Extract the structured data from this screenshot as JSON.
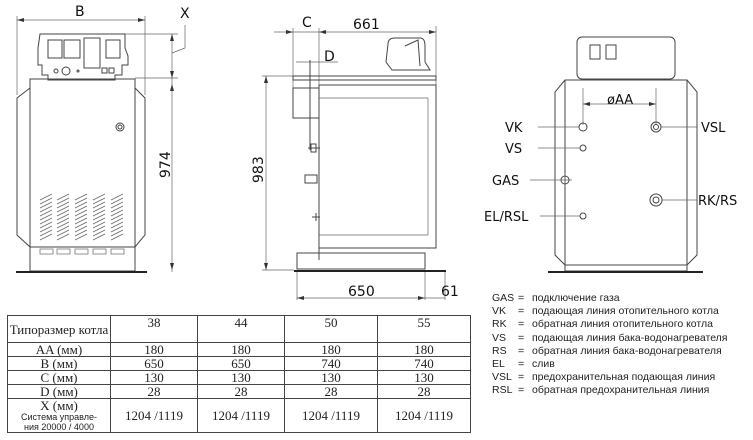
{
  "front_view": {
    "width_label": "B",
    "x_label": "X",
    "height_label": "974"
  },
  "side_view": {
    "c_label": "C",
    "depth_label": "661",
    "d_label": "D",
    "height_label": "983",
    "base_label": "650",
    "offset_label": "61"
  },
  "back_view": {
    "aa_label": "øAA",
    "connections": {
      "vk": "VK",
      "vsl": "VSL",
      "vs": "VS",
      "gas": "GAS",
      "rkrs": "RK/RS",
      "elrsl": "EL/RSL"
    }
  },
  "table": {
    "header": {
      "label": "Типоразмер котла",
      "sizes": [
        "38",
        "44",
        "50",
        "55"
      ]
    },
    "rows": [
      {
        "label": "AA (мм)",
        "values": [
          "180",
          "180",
          "180",
          "180"
        ]
      },
      {
        "label": "B (мм)",
        "values": [
          "650",
          "650",
          "740",
          "740"
        ]
      },
      {
        "label": "C (мм)",
        "values": [
          "130",
          "130",
          "130",
          "130"
        ]
      },
      {
        "label": "D (мм)",
        "values": [
          "28",
          "28",
          "28",
          "28"
        ]
      },
      {
        "label": "X (мм)",
        "sublabel": "Система управле-ния 20000 / 4000",
        "values": [
          "1204 /1119",
          "1204 /1119",
          "1204 /1119",
          "1204 /1119"
        ]
      }
    ]
  },
  "legend": [
    {
      "key": "GAS",
      "text": "подключение газа"
    },
    {
      "key": "VK",
      "text": "подающая линия отопительного котла"
    },
    {
      "key": "RK",
      "text": "обратная линия отопительного котла"
    },
    {
      "key": "VS",
      "text": "подающая линия бака-водонагревателя"
    },
    {
      "key": "RS",
      "text": "обратная линия бака-водонагревателя"
    },
    {
      "key": "EL",
      "text": "слив"
    },
    {
      "key": "VSL",
      "text": "предохранительная подающая линия"
    },
    {
      "key": "RSL",
      "text": "обратная предохранительная линия"
    }
  ]
}
